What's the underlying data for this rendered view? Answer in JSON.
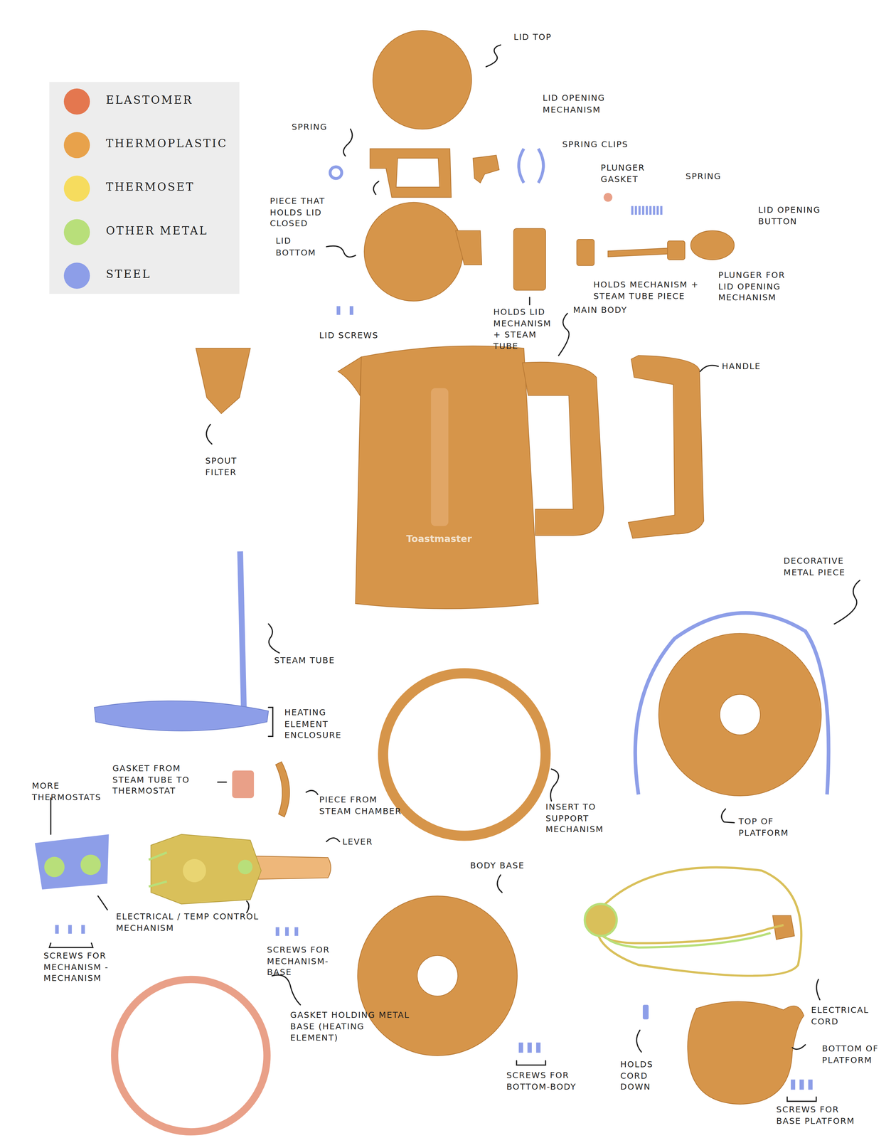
{
  "diagram": {
    "labels": [
      "LID TOP",
      "LID OPENING MECHANISM",
      "SPRING CLIPS",
      "SPRING",
      "PLUNGER GASKET",
      "SPRING",
      "LID OPENING BUTTON",
      "PIECE THAT HOLDS LID CLOSED",
      "LID BOTTOM",
      "HOLDS MECHANISM + STEAM TUBE PIECE",
      "PLUNGER FOR LID OPENING MECHANISM",
      "HOLDS LID MECHANISM + STEAM TUBE",
      "MAIN BODY",
      "LID SCREWS",
      "HANDLE",
      "SPOUT FILTER",
      "DECORATIVE METAL PIECE",
      "STEAM TUBE",
      "HEATING ELEMENT ENCLOSURE",
      "GASKET FROM STEAM TUBE TO THERMOSTAT",
      "PIECE FROM STEAM CHAMBER",
      "INSERT TO SUPPORT MECHANISM",
      "TOP OF PLATFORM",
      "MORE THERMOSTATS",
      "LEVER",
      "BODY BASE",
      "ELECTRICAL / TEMP CONTROL MECHANISM",
      "SCREWS FOR MECHANISM -MECHANISM",
      "SCREWS FOR MECHANISM-BASE",
      "GASKET HOLDING METAL BASE (HEATING ELEMENT)",
      "ELECTRICAL CORD",
      "HOLDS CORD DOWN",
      "BOTTOM OF PLATFORM",
      "SCREWS FOR BOTTOM-BODY",
      "SCREWS FOR BASE PLATFORM",
      "Toastmaster"
    ],
    "legend": [
      {
        "text": "ELASTOMER",
        "color": "#e4774f"
      },
      {
        "text": "THERMOPLASTIC",
        "color": "#e8a24b"
      },
      {
        "text": "THERMOSET",
        "color": "#f6dc5e"
      },
      {
        "text": "OTHER METAL",
        "color": "#b8df7a"
      },
      {
        "text": "STEEL",
        "color": "#8d9ee8"
      }
    ]
  }
}
